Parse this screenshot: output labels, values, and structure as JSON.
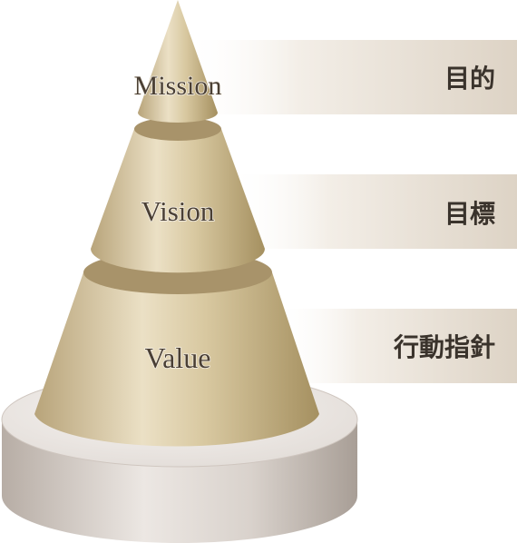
{
  "tiers": [
    {
      "label": "Mission",
      "meaning": "目的"
    },
    {
      "label": "Vision",
      "meaning": "目標"
    },
    {
      "label": "Value",
      "meaning": "行動指針"
    }
  ]
}
